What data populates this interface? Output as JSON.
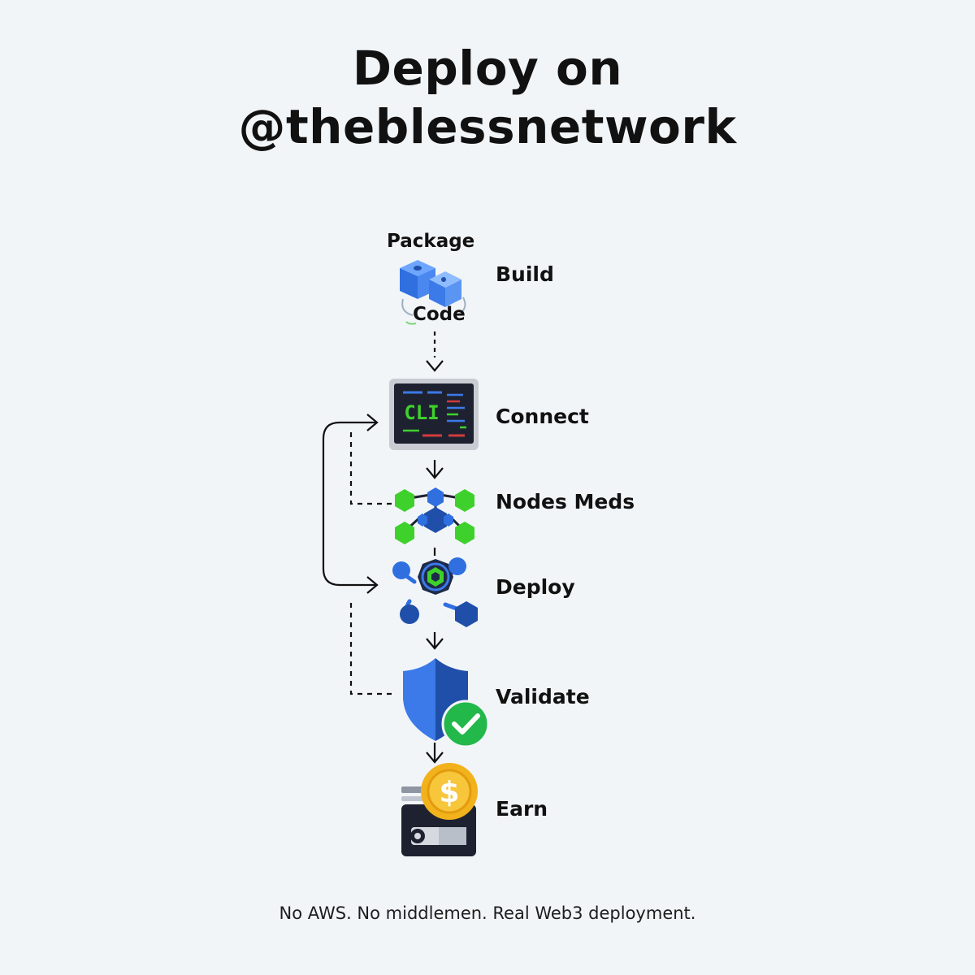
{
  "title": {
    "line1": "Deploy on",
    "line2": "@theblessnetwork"
  },
  "steps": [
    {
      "label": "Build",
      "icon": "package-icon",
      "sub_top": "Package",
      "sub_bottom": "Code"
    },
    {
      "label": "Connect",
      "icon": "cli-terminal-icon",
      "icon_text": "CLI"
    },
    {
      "label": "Nodes Meds",
      "icon": "node-network-icon"
    },
    {
      "label": "Deploy",
      "icon": "deploy-gear-icon"
    },
    {
      "label": "Validate",
      "icon": "shield-check-icon"
    },
    {
      "label": "Earn",
      "icon": "wallet-coin-icon",
      "icon_text": "$"
    }
  ],
  "footer": "No AWS. No middlemen. Real Web3 deployment.",
  "colors": {
    "background": "#f2f5f8",
    "blue": "#2f6fe0",
    "dark_blue": "#1f4fa8",
    "green": "#3ed12c",
    "terminal": "#1e2230",
    "gold": "#f2b21c",
    "check_green": "#22b84a"
  }
}
